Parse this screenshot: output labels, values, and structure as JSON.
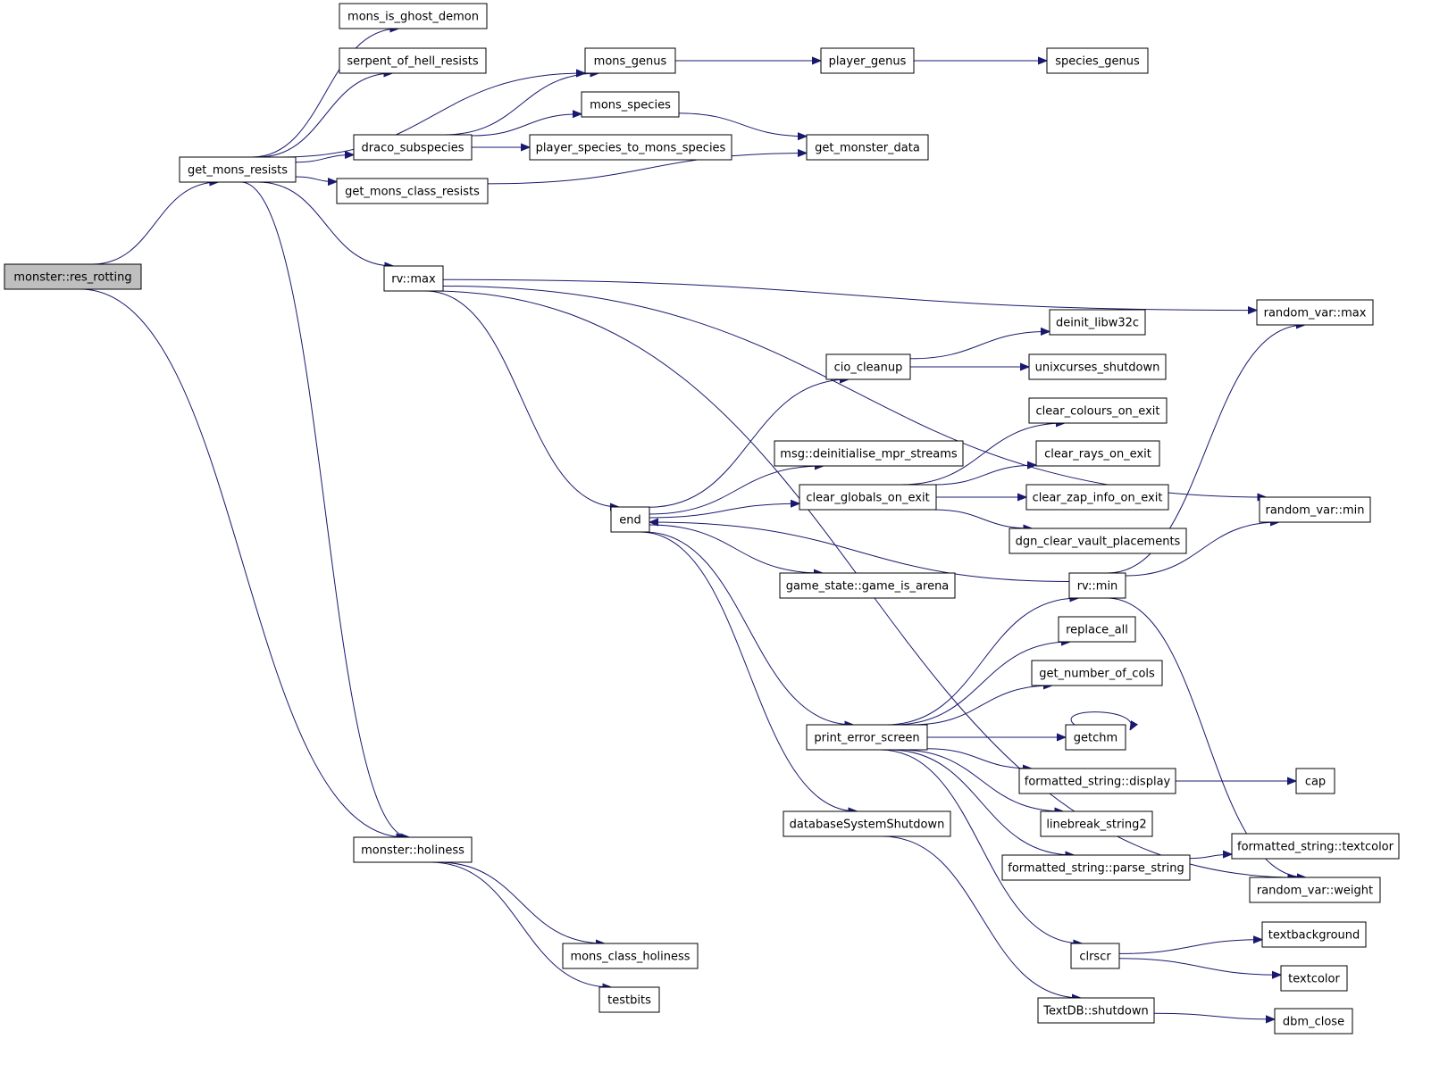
{
  "nodes": [
    {
      "id": "monster_res_rotting",
      "label": "monster::res_rotting",
      "root": true
    },
    {
      "id": "get_mons_resists",
      "label": "get_mons_resists"
    },
    {
      "id": "monster_holiness",
      "label": "monster::holiness"
    },
    {
      "id": "mons_is_ghost_demon",
      "label": "mons_is_ghost_demon"
    },
    {
      "id": "serpent_of_hell_resists",
      "label": "serpent_of_hell_resists"
    },
    {
      "id": "mons_genus",
      "label": "mons_genus"
    },
    {
      "id": "draco_subspecies",
      "label": "draco_subspecies"
    },
    {
      "id": "get_mons_class_resists",
      "label": "get_mons_class_resists"
    },
    {
      "id": "rv_max",
      "label": "rv::max"
    },
    {
      "id": "player_genus",
      "label": "player_genus"
    },
    {
      "id": "species_genus",
      "label": "species_genus"
    },
    {
      "id": "mons_species",
      "label": "mons_species"
    },
    {
      "id": "player_species_to_mons_species",
      "label": "player_species_to_mons_species"
    },
    {
      "id": "get_monster_data",
      "label": "get_monster_data"
    },
    {
      "id": "random_var_max",
      "label": "random_var::max"
    },
    {
      "id": "random_var_min",
      "label": "random_var::min"
    },
    {
      "id": "end",
      "label": "end"
    },
    {
      "id": "cio_cleanup",
      "label": "cio_cleanup"
    },
    {
      "id": "deinit_libw32c",
      "label": "deinit_libw32c"
    },
    {
      "id": "unixcurses_shutdown",
      "label": "unixcurses_shutdown"
    },
    {
      "id": "msg_deinitialise_mpr_streams",
      "label": "msg::deinitialise_mpr_streams"
    },
    {
      "id": "clear_globals_on_exit",
      "label": "clear_globals_on_exit"
    },
    {
      "id": "clear_colours_on_exit",
      "label": "clear_colours_on_exit"
    },
    {
      "id": "clear_rays_on_exit",
      "label": "clear_rays_on_exit"
    },
    {
      "id": "clear_zap_info_on_exit",
      "label": "clear_zap_info_on_exit"
    },
    {
      "id": "dgn_clear_vault_placements",
      "label": "dgn_clear_vault_placements"
    },
    {
      "id": "game_state_game_is_arena",
      "label": "game_state::game_is_arena"
    },
    {
      "id": "rv_min",
      "label": "rv::min"
    },
    {
      "id": "print_error_screen",
      "label": "print_error_screen"
    },
    {
      "id": "replace_all",
      "label": "replace_all"
    },
    {
      "id": "get_number_of_cols",
      "label": "get_number_of_cols"
    },
    {
      "id": "getchm",
      "label": "getchm"
    },
    {
      "id": "formatted_string_display",
      "label": "formatted_string::display"
    },
    {
      "id": "cap",
      "label": "cap"
    },
    {
      "id": "linebreak_string2",
      "label": "linebreak_string2"
    },
    {
      "id": "formatted_string_parse_string",
      "label": "formatted_string::parse_string"
    },
    {
      "id": "formatted_string_textcolor",
      "label": "formatted_string::textcolor"
    },
    {
      "id": "random_var_weight",
      "label": "random_var::weight"
    },
    {
      "id": "databaseSystemShutdown",
      "label": "databaseSystemShutdown"
    },
    {
      "id": "clrscr",
      "label": "clrscr"
    },
    {
      "id": "textbackground",
      "label": "textbackground"
    },
    {
      "id": "textcolor",
      "label": "textcolor"
    },
    {
      "id": "TextDB_shutdown",
      "label": "TextDB::shutdown"
    },
    {
      "id": "dbm_close",
      "label": "dbm_close"
    },
    {
      "id": "mons_class_holiness",
      "label": "mons_class_holiness"
    },
    {
      "id": "testbits",
      "label": "testbits"
    }
  ],
  "edges": [
    [
      "monster_res_rotting",
      "get_mons_resists"
    ],
    [
      "monster_res_rotting",
      "monster_holiness"
    ],
    [
      "get_mons_resists",
      "mons_is_ghost_demon"
    ],
    [
      "get_mons_resists",
      "serpent_of_hell_resists"
    ],
    [
      "get_mons_resists",
      "mons_genus"
    ],
    [
      "get_mons_resists",
      "draco_subspecies"
    ],
    [
      "get_mons_resists",
      "get_mons_class_resists"
    ],
    [
      "get_mons_resists",
      "rv_max"
    ],
    [
      "get_mons_resists",
      "monster_holiness"
    ],
    [
      "draco_subspecies",
      "mons_genus"
    ],
    [
      "draco_subspecies",
      "mons_species"
    ],
    [
      "draco_subspecies",
      "player_species_to_mons_species"
    ],
    [
      "mons_genus",
      "player_genus"
    ],
    [
      "player_genus",
      "species_genus"
    ],
    [
      "mons_species",
      "get_monster_data"
    ],
    [
      "get_mons_class_resists",
      "get_monster_data"
    ],
    [
      "rv_max",
      "random_var_max"
    ],
    [
      "rv_max",
      "random_var_min"
    ],
    [
      "rv_max",
      "end"
    ],
    [
      "rv_max",
      "random_var_weight"
    ],
    [
      "end",
      "cio_cleanup"
    ],
    [
      "end",
      "msg_deinitialise_mpr_streams"
    ],
    [
      "end",
      "clear_globals_on_exit"
    ],
    [
      "end",
      "game_state_game_is_arena"
    ],
    [
      "end",
      "print_error_screen"
    ],
    [
      "end",
      "databaseSystemShutdown"
    ],
    [
      "cio_cleanup",
      "deinit_libw32c"
    ],
    [
      "cio_cleanup",
      "unixcurses_shutdown"
    ],
    [
      "clear_globals_on_exit",
      "clear_colours_on_exit"
    ],
    [
      "clear_globals_on_exit",
      "clear_rays_on_exit"
    ],
    [
      "clear_globals_on_exit",
      "clear_zap_info_on_exit"
    ],
    [
      "clear_globals_on_exit",
      "dgn_clear_vault_placements"
    ],
    [
      "rv_min",
      "end"
    ],
    [
      "rv_min",
      "random_var_max"
    ],
    [
      "rv_min",
      "random_var_min"
    ],
    [
      "rv_min",
      "random_var_weight"
    ],
    [
      "print_error_screen",
      "rv_min"
    ],
    [
      "print_error_screen",
      "replace_all"
    ],
    [
      "print_error_screen",
      "get_number_of_cols"
    ],
    [
      "print_error_screen",
      "getchm"
    ],
    [
      "print_error_screen",
      "formatted_string_display"
    ],
    [
      "print_error_screen",
      "linebreak_string2"
    ],
    [
      "print_error_screen",
      "formatted_string_parse_string"
    ],
    [
      "print_error_screen",
      "clrscr"
    ],
    [
      "getchm",
      "getchm"
    ],
    [
      "formatted_string_display",
      "cap"
    ],
    [
      "formatted_string_parse_string",
      "formatted_string_textcolor"
    ],
    [
      "clrscr",
      "textbackground"
    ],
    [
      "clrscr",
      "textcolor"
    ],
    [
      "databaseSystemShutdown",
      "TextDB_shutdown"
    ],
    [
      "TextDB_shutdown",
      "dbm_close"
    ],
    [
      "monster_holiness",
      "mons_class_holiness"
    ],
    [
      "monster_holiness",
      "testbits"
    ]
  ]
}
